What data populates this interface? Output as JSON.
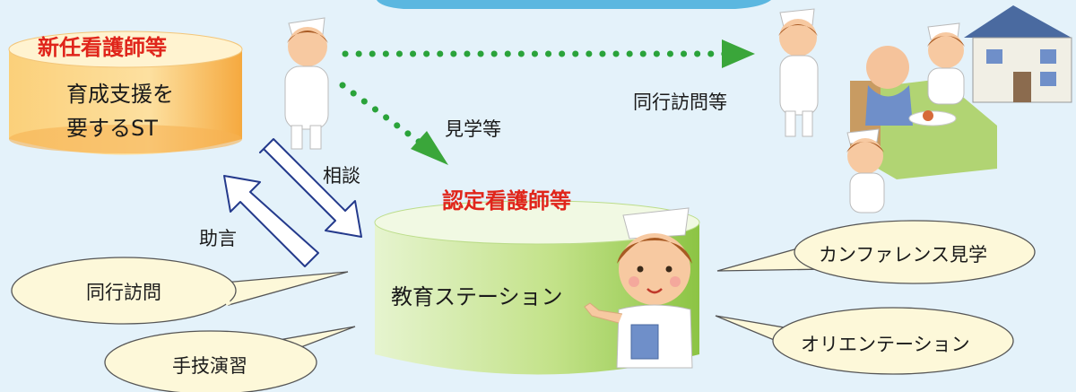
{
  "nodes": {
    "new_nurse": {
      "heading": "新任看護師等",
      "line1": "育成支援を",
      "line2": "要するST"
    },
    "certified": {
      "heading": "認定看護師等",
      "station": "教育ステーション"
    }
  },
  "arrows": {
    "consult": "相談",
    "advice": "助言",
    "observe": "見学等",
    "visit_together": "同行訪問等"
  },
  "bubbles": {
    "accompany": "同行訪問",
    "skills": "手技演習",
    "conference": "カンファレンス見学",
    "orientation": "オリエンテーション"
  },
  "colors": {
    "orange_top": "#fde9b4",
    "orange_body": "#f6b253",
    "green_body": "#a6d158",
    "green_top": "#eaf5d3",
    "dotted_green": "#2aa33a",
    "heading_red": "#e0251b",
    "bubble_fill": "#fdf8d9"
  },
  "icons": [
    "nurse-standing-icon",
    "nurse-pointing-icon",
    "home-visit-icon",
    "patient-icon",
    "house-icon"
  ]
}
